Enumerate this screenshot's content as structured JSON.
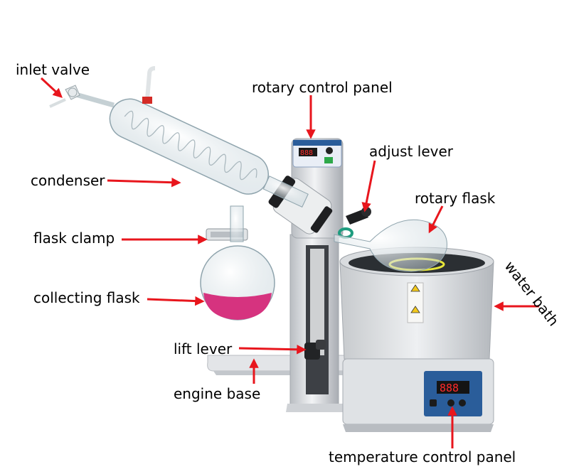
{
  "labels": {
    "inlet_valve": "inlet valve",
    "rotary_control_panel": "rotary control panel",
    "adjust_lever": "adjust lever",
    "condenser": "condenser",
    "rotary_flask": "rotary flask",
    "flask_clamp": "flask clamp",
    "collecting_flask": "collecting flask",
    "lift_lever": "lift lever",
    "engine_base": "engine base",
    "temperature_control_panel": "temperature control panel",
    "water_bath": "water bath"
  },
  "device": {
    "rotary_display": "888",
    "temperature_display": "888"
  },
  "colors": {
    "arrow": "#e8161d",
    "liquid": "#d6337f",
    "frame": "#d5d8dc",
    "panel": "#2a5d9a"
  }
}
